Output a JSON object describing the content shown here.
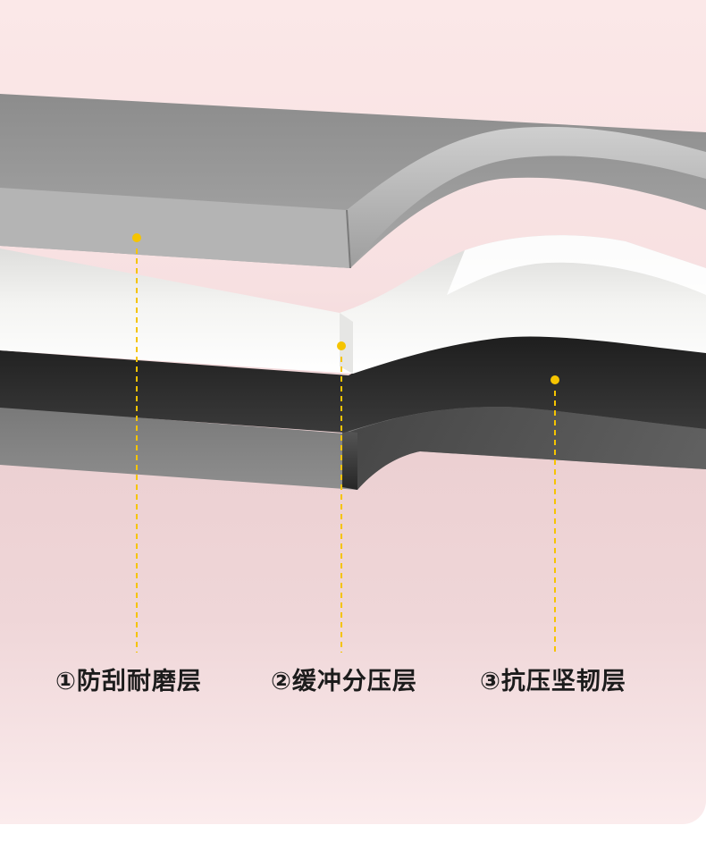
{
  "layers": [
    {
      "id": "layer-1",
      "label": "①防刮耐磨层",
      "color": "#9a9a9a"
    },
    {
      "id": "layer-2",
      "label": "②缓冲分压层",
      "color": "#f2f2f0"
    },
    {
      "id": "layer-3",
      "label": "③抗压坚韧层",
      "color": "#6d6d6d"
    }
  ],
  "colors": {
    "background": "#f7e0e1",
    "marker": "#f5c400",
    "label_text": "#1c1c1c"
  }
}
